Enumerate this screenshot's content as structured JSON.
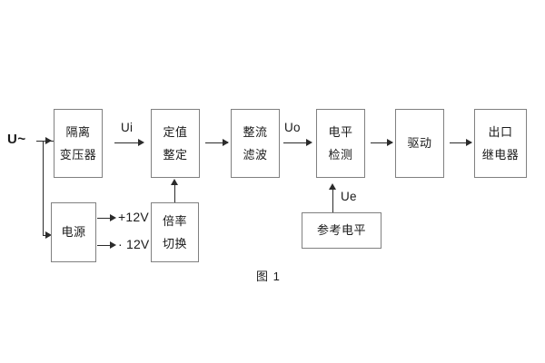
{
  "figure": {
    "caption": "图 1",
    "input_label": "U~",
    "blocks": [
      {
        "id": "isolation-transformer",
        "lines": [
          "隔离",
          "变压器"
        ]
      },
      {
        "id": "setting-value",
        "lines": [
          "定值",
          "整定"
        ]
      },
      {
        "id": "rectify-filter",
        "lines": [
          "整流",
          "滤波"
        ]
      },
      {
        "id": "level-detect",
        "lines": [
          "电平",
          "检测"
        ]
      },
      {
        "id": "drive",
        "lines": [
          "驱动"
        ]
      },
      {
        "id": "output-relay",
        "lines": [
          "出口",
          "继电器"
        ]
      },
      {
        "id": "power-supply",
        "lines": [
          "电源"
        ]
      },
      {
        "id": "multiplier-switch",
        "lines": [
          "倍率",
          "切换"
        ]
      },
      {
        "id": "reference-level",
        "lines": [
          "参考电平"
        ]
      }
    ],
    "signals": {
      "ui": "Ui",
      "uo": "Uo",
      "ue": "Ue"
    },
    "rails": {
      "positive": "+12V",
      "negative": "· 12V"
    },
    "colors": {
      "block_border": "#808080",
      "connector": "#2b2b2b",
      "text": "#1a1a1a",
      "background": "#ffffff"
    }
  }
}
